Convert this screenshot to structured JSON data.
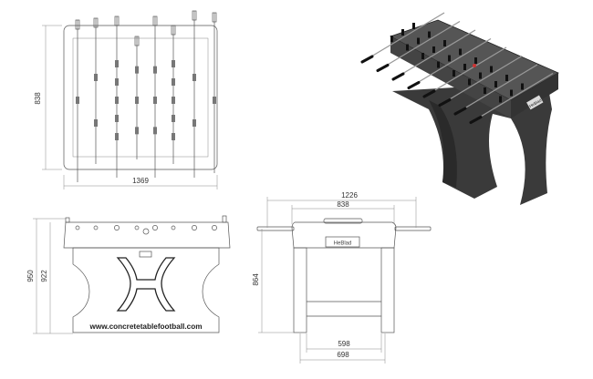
{
  "top_view": {
    "height_label": "838",
    "width_label": "1369"
  },
  "front_view": {
    "height_total_label": "950",
    "height_body_label": "922",
    "website": "www.concretetablefootball.com"
  },
  "side_view": {
    "total_width_label": "1226",
    "body_width_label": "838",
    "height_label": "864",
    "inner_base_label": "598",
    "outer_base_label": "698",
    "logo": "HeBlad"
  },
  "render_3d": {
    "logo": "HeBlad"
  },
  "colors": {
    "line": "#555555",
    "render_body": "#3a3a3a",
    "render_top": "#555555"
  }
}
